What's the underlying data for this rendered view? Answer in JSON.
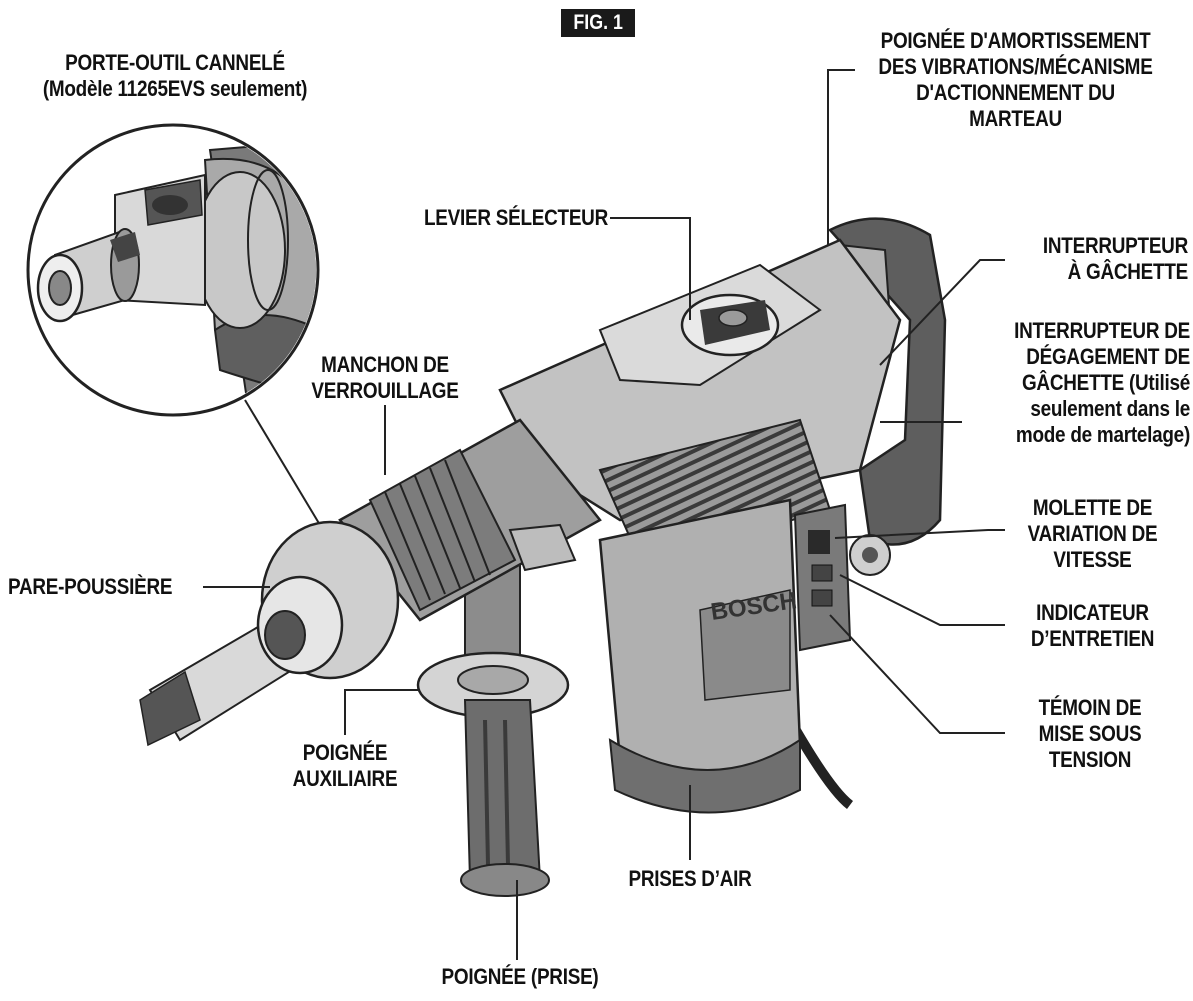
{
  "figure": {
    "badge": "FIG. 1"
  },
  "brand": "BOSCH",
  "labels": {
    "porte_outil": [
      "PORTE-OUTIL CANNELÉ",
      "(Modèle 11265EVS seulement)"
    ],
    "poignee_amortissement": [
      "POIGNÉE D'AMORTISSEMENT",
      "DES VIBRATIONS/MÉCANISME",
      "D'ACTIONNEMENT DU",
      "MARTEAU"
    ],
    "levier": [
      "LEVIER SÉLECTEUR"
    ],
    "interrupteur_gachette": [
      "INTERRUPTEUR",
      "À GÂCHETTE"
    ],
    "interrupteur_degagement": [
      "INTERRUPTEUR DE",
      "DÉGAGEMENT DE",
      "GÂCHETTE (Utilisé",
      "seulement dans le",
      "mode de martelage)"
    ],
    "manchon": [
      "MANCHON DE",
      "VERROUILLAGE"
    ],
    "molette": [
      "MOLETTE DE",
      "VARIATION DE",
      "VITESSE"
    ],
    "pare_poussiere": [
      "PARE-POUSSIÈRE"
    ],
    "indicateur": [
      "INDICATEUR",
      "D’ENTRETIEN"
    ],
    "temoin": [
      "TÉMOIN DE",
      "MISE SOUS",
      "TENSION"
    ],
    "poignee_aux": [
      "POIGNÉE",
      "AUXILIAIRE"
    ],
    "prises_air": [
      "PRISES D’AIR"
    ],
    "poignee_prise": [
      "POIGNÉE (PRISE)"
    ]
  }
}
